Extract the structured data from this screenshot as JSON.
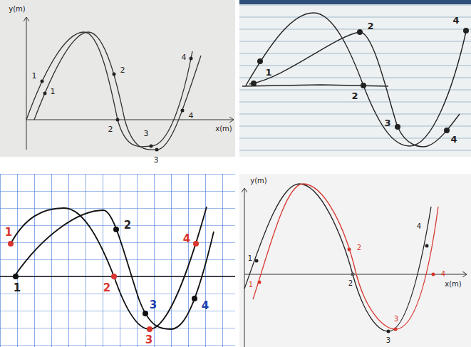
{
  "diagram": {
    "labels": [
      "y(m)",
      "1",
      "1",
      "2",
      "2",
      "3",
      "3",
      "4",
      "4",
      "x(m)",
      "1",
      "2",
      "2",
      "3",
      "4",
      "4",
      "1",
      "1",
      "2",
      "2",
      "3",
      "3",
      "4",
      "4",
      "y(m)",
      "1",
      "1",
      "2",
      "2",
      "3",
      "3",
      "4",
      "4",
      "x(m)"
    ]
  }
}
